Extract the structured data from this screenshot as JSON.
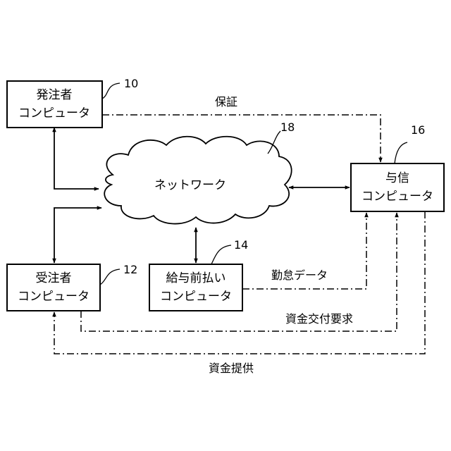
{
  "nodes": {
    "orderer": {
      "line1": "発注者",
      "line2": "コンピュータ",
      "ref": "10"
    },
    "contractor": {
      "line1": "受注者",
      "line2": "コンピュータ",
      "ref": "12"
    },
    "prepay": {
      "line1": "給与前払い",
      "line2": "コンピュータ",
      "ref": "14"
    },
    "credit": {
      "line1": "与信",
      "line2": "コンピュータ",
      "ref": "16"
    },
    "network": {
      "label": "ネットワーク",
      "ref": "18"
    }
  },
  "flows": {
    "guarantee": "保証",
    "attendance": "勤怠データ",
    "fund_request": "資金交付要求",
    "fund_provide": "資金提供"
  }
}
